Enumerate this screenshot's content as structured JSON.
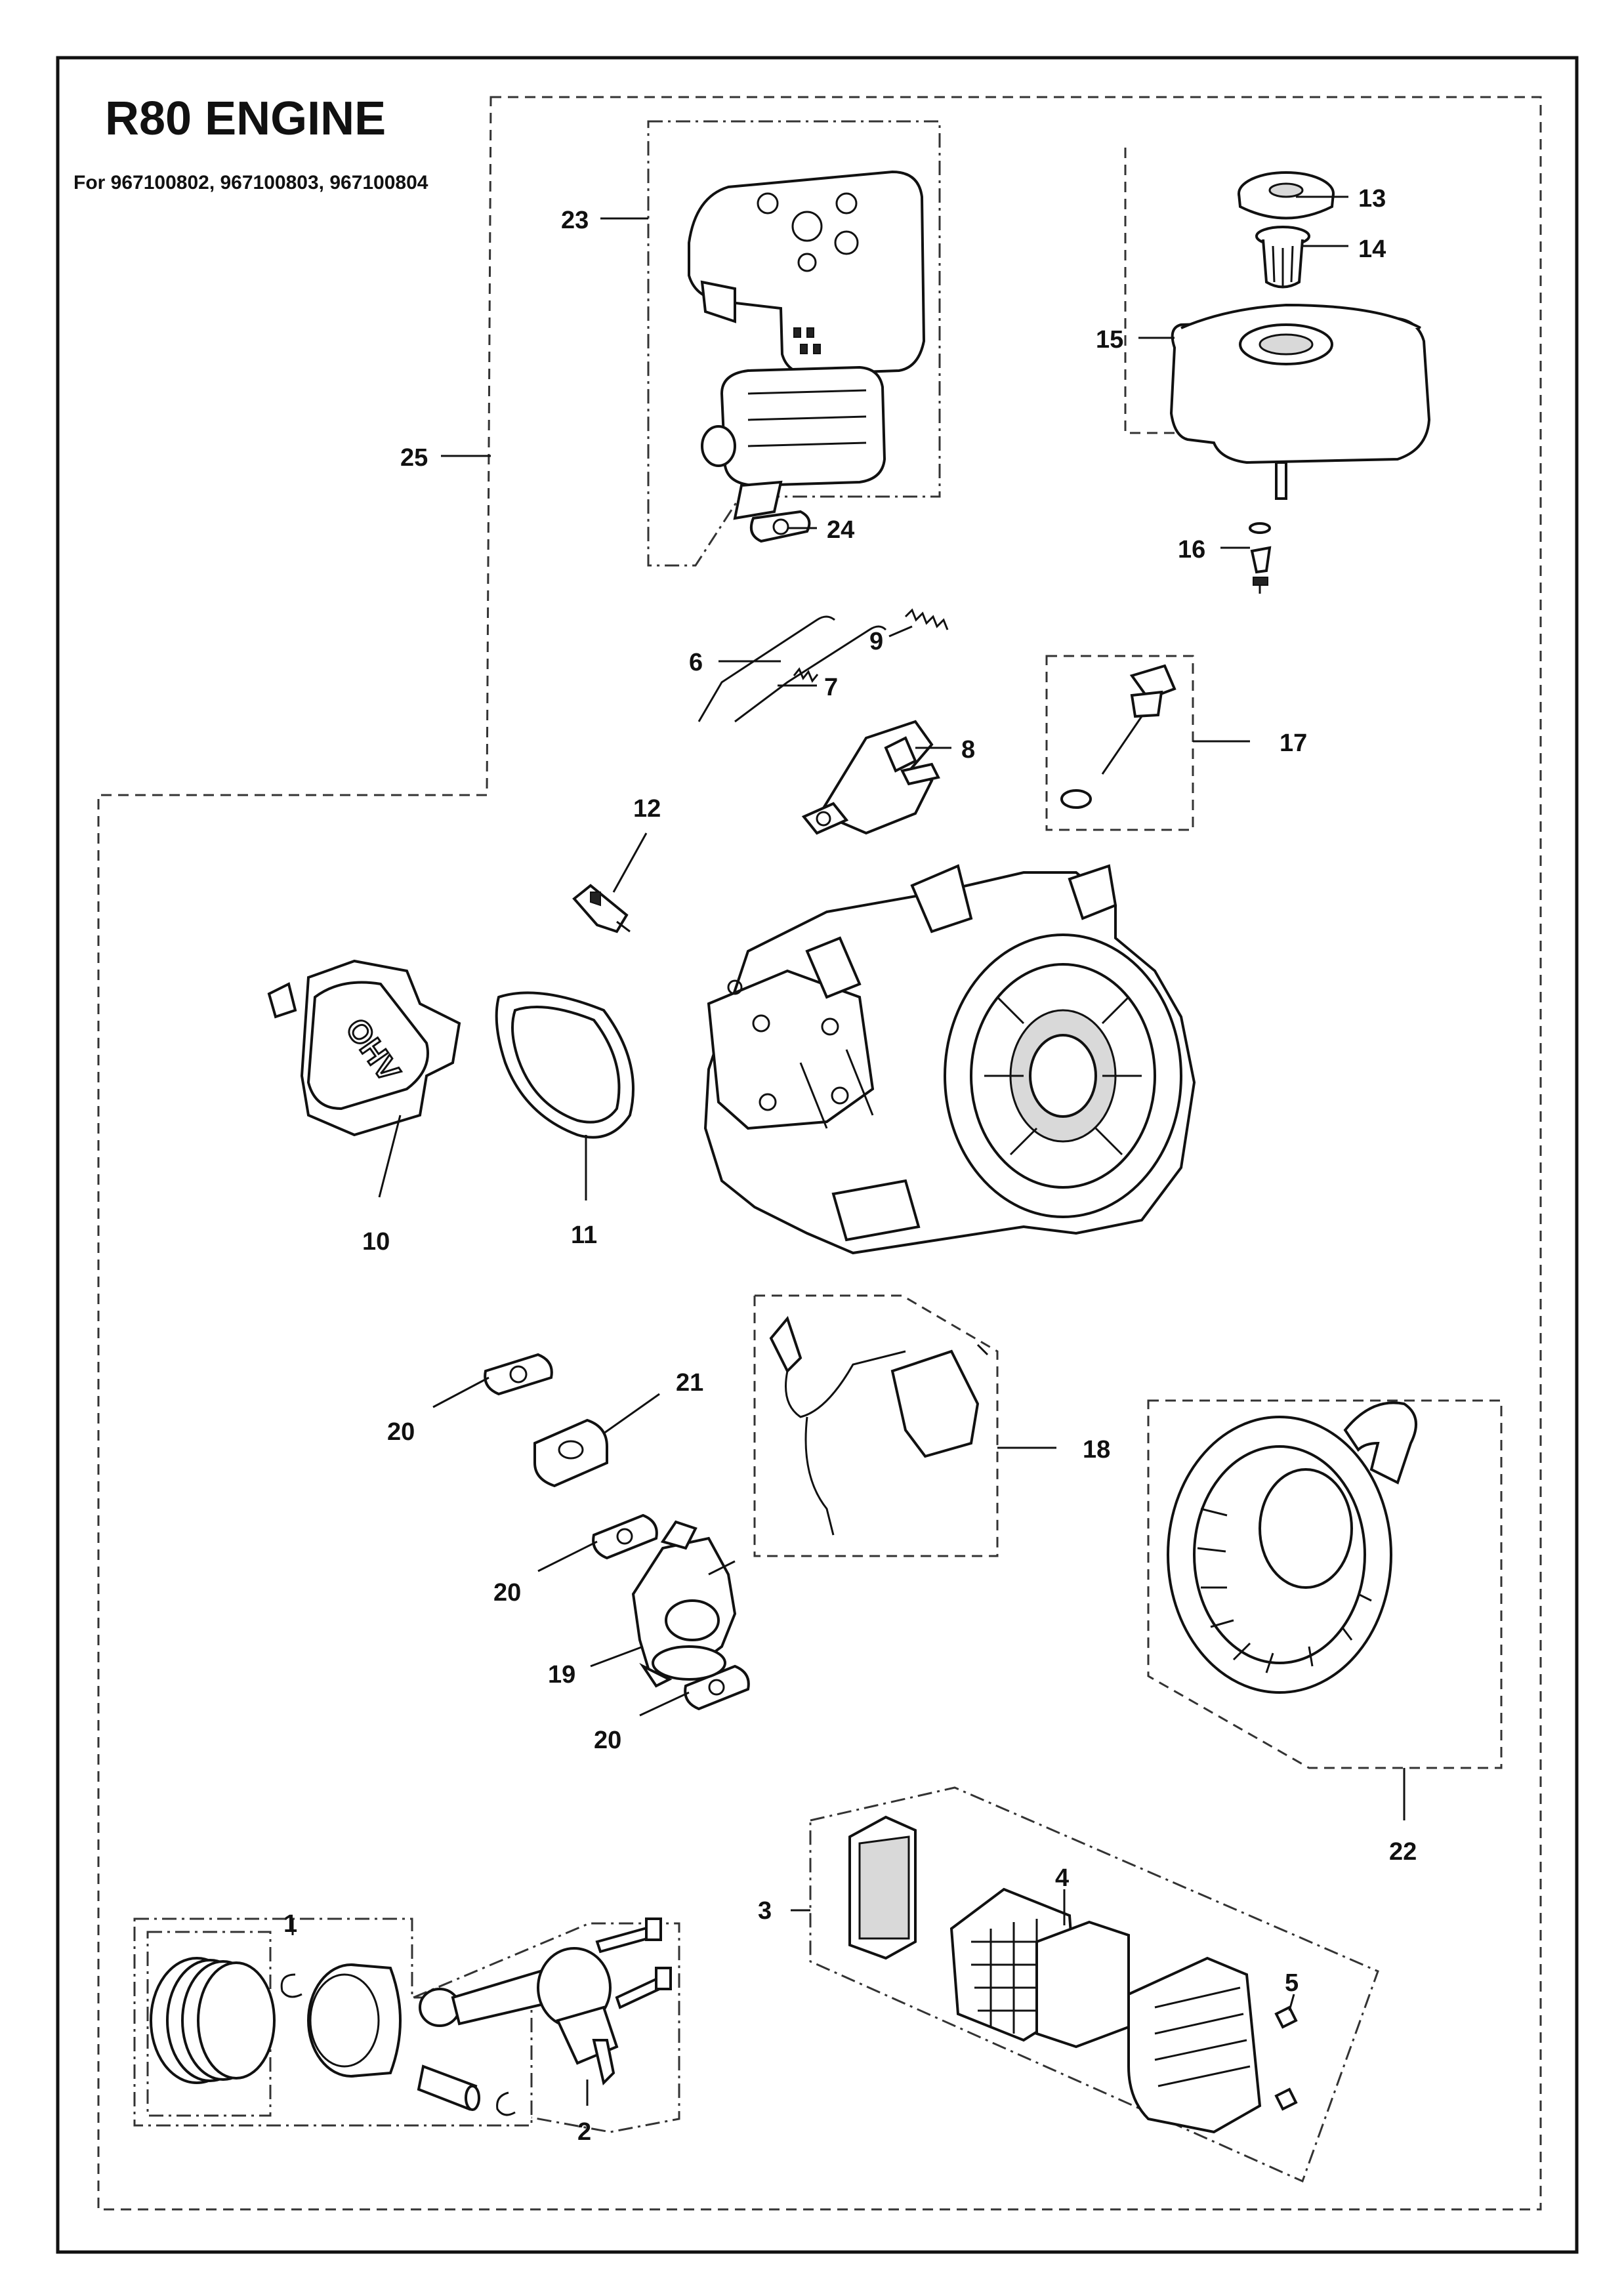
{
  "header": {
    "title": "R80 ENGINE",
    "subtitle": "For 967100802, 967100803, 967100804"
  },
  "callouts": [
    {
      "id": "c1",
      "text": "1"
    },
    {
      "id": "c2",
      "text": "2"
    },
    {
      "id": "c3",
      "text": "3"
    },
    {
      "id": "c4",
      "text": "4"
    },
    {
      "id": "c5",
      "text": "5"
    },
    {
      "id": "c6",
      "text": "6"
    },
    {
      "id": "c7",
      "text": "7"
    },
    {
      "id": "c8",
      "text": "8"
    },
    {
      "id": "c9",
      "text": "9"
    },
    {
      "id": "c10",
      "text": "10"
    },
    {
      "id": "c11",
      "text": "11"
    },
    {
      "id": "c12",
      "text": "12"
    },
    {
      "id": "c13",
      "text": "13"
    },
    {
      "id": "c14",
      "text": "14"
    },
    {
      "id": "c15",
      "text": "15"
    },
    {
      "id": "c16",
      "text": "16"
    },
    {
      "id": "c17",
      "text": "17"
    },
    {
      "id": "c18",
      "text": "18"
    },
    {
      "id": "c19",
      "text": "19"
    },
    {
      "id": "c20a",
      "text": "20"
    },
    {
      "id": "c20b",
      "text": "20"
    },
    {
      "id": "c20c",
      "text": "20"
    },
    {
      "id": "c21",
      "text": "21"
    },
    {
      "id": "c22",
      "text": "22"
    },
    {
      "id": "c23",
      "text": "23"
    },
    {
      "id": "c24",
      "text": "24"
    },
    {
      "id": "c25",
      "text": "25"
    }
  ],
  "valve_cover_marking": "OHV"
}
